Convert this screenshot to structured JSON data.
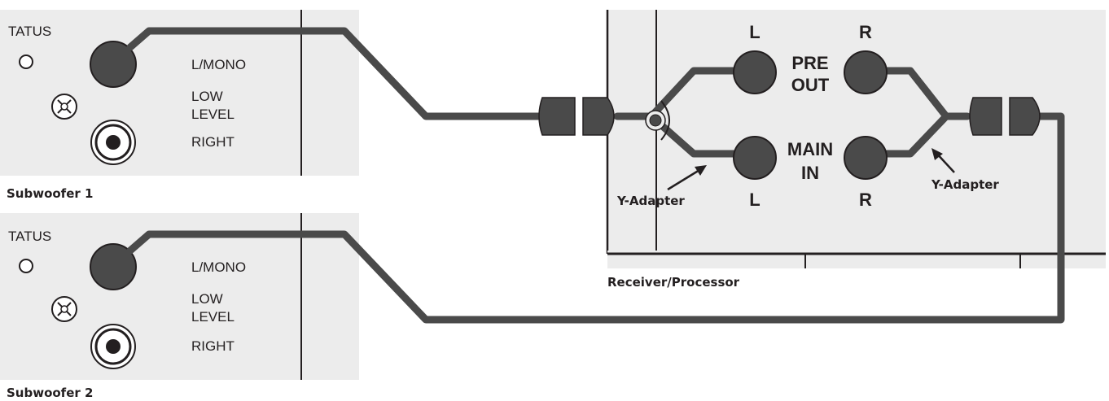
{
  "subwoofers": [
    {
      "caption": "Subwoofer 1",
      "status_label": "TATUS",
      "lmono_label": "L/MONO",
      "low_level_line1": "LOW",
      "low_level_line2": "LEVEL",
      "right_label": "RIGHT"
    },
    {
      "caption": "Subwoofer 2",
      "status_label": "TATUS",
      "lmono_label": "L/MONO",
      "low_level_line1": "LOW",
      "low_level_line2": "LEVEL",
      "right_label": "RIGHT"
    }
  ],
  "receiver": {
    "caption": "Receiver/Processor",
    "pre_out_line1": "PRE",
    "pre_out_line2": "OUT",
    "main_in_line1": "MAIN",
    "main_in_line2": "IN",
    "left_top": "L",
    "right_top": "R",
    "left_bottom": "L",
    "right_bottom": "R"
  },
  "adapters": {
    "left_label": "Y-Adapter",
    "right_label": "Y-Adapter"
  },
  "colors": {
    "panel": "#ececec",
    "cable": "#4a4a4a",
    "jack": "#4a4a4a",
    "line": "#231f20"
  }
}
